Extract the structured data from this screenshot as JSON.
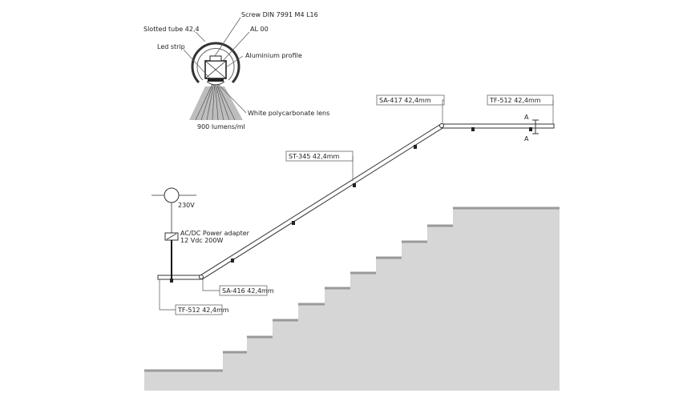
{
  "labels": {
    "screw": "Screw DIN 7991 M4 L16",
    "slotted_tube": "Slotted tube 42,4",
    "al": "AL 00",
    "led_strip": "Led strip",
    "aluminium_profile": "Aluminium profile",
    "lens": "White polycarbonate lens",
    "lumens": "900 lumens/ml",
    "sa417": "SA-417 42,4mm",
    "tf512_top": "TF-512 42,4mm",
    "st345": "ST-345 42,4mm",
    "voltage": "230V",
    "adapter_line1": "AC/DC Power adapter",
    "adapter_line2": "12 Vdc 200W",
    "sa416": "SA-416 42,4mm",
    "tf512_bottom": "TF-512 42,4mm",
    "section_a_top": "A",
    "section_a_bottom": "A"
  },
  "colors": {
    "stairs_fill": "#d6d6d6",
    "tread_edge": "#9a9a9a",
    "rail": "#333333",
    "rail_fill": "#ffffff",
    "light_beam": "#bdbdbd"
  }
}
